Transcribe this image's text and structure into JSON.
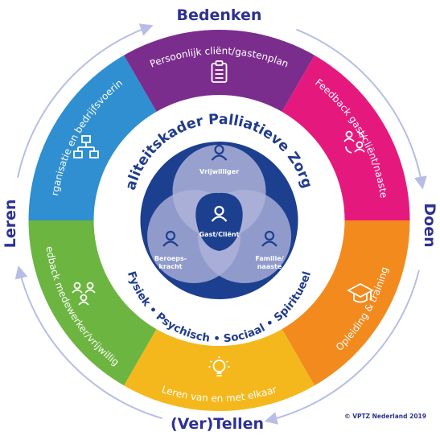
{
  "cycle": {
    "top": "Bedenken",
    "right": "Doen",
    "bottom": "(Ver)Tellen",
    "left": "Leren"
  },
  "segments": [
    {
      "label": "Persoonlijk cliënt/gastenplan",
      "color": "#7b2d8e",
      "icon": "clipboard-icon"
    },
    {
      "label": "Feedback gast/cliënt/naaste",
      "color": "#e5197d",
      "icon": "people-feedback-icon"
    },
    {
      "label": "Opleiding & training",
      "color": "#f28a1e",
      "icon": "graduation-cap-icon"
    },
    {
      "label": "Leren van en met elkaar",
      "color": "#f5b81c",
      "icon": "lightbulb-icon"
    },
    {
      "label": "Feedback medewerker/vrijwilliger",
      "color": "#6cb541",
      "icon": "team-feedback-icon"
    },
    {
      "label": "Organisatie en bedrijfsvoering",
      "color": "#2f8fd0",
      "icon": "org-chart-icon"
    }
  ],
  "center": {
    "title": "Kwaliteitskader Palliatieve Zorg NL",
    "dimensions": "Fysiek • Psychisch • Sociaal • Spiritueel",
    "venn": {
      "top": "Vrijwilliger",
      "center": "Gast/Cliënt",
      "left_line1": "Beroeps-",
      "left_line2": "kracht",
      "right_line1": "Familie/",
      "right_line2": "naaste"
    }
  },
  "copyright": "© VPTZ Nederland 2019"
}
